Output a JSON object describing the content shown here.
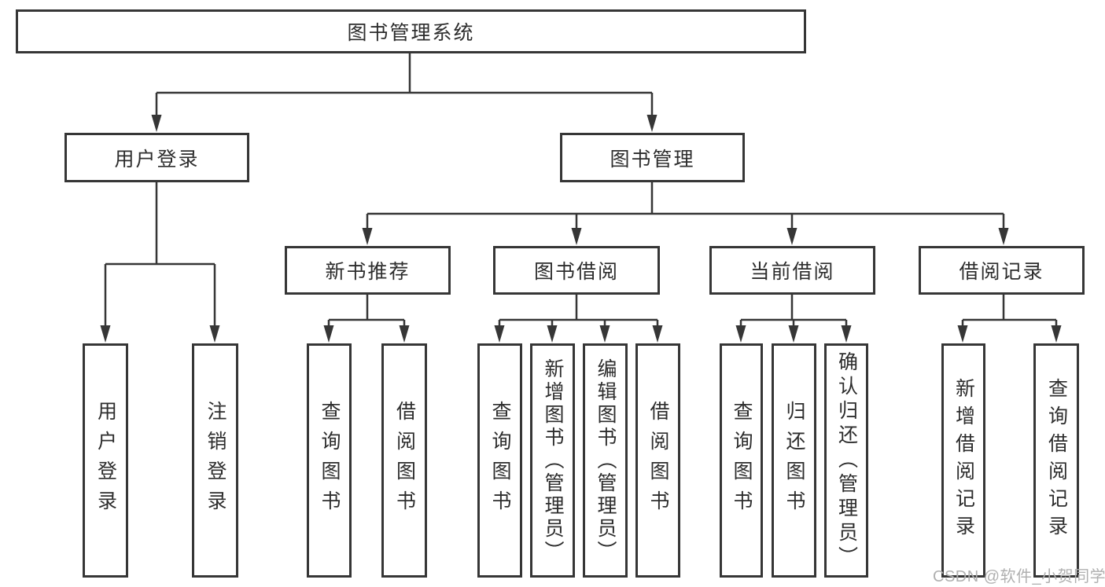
{
  "colors": {
    "line": "#363636",
    "box_border": "#363636",
    "text": "#2d2d2d",
    "background": "#ffffff",
    "watermark": "#b0b0b0"
  },
  "watermark": {
    "text": "CSDN @软件_小贺同学"
  },
  "tree": {
    "label": "图书管理系统",
    "children": [
      {
        "label": "用户登录",
        "children": [
          {
            "label": "用户登录"
          },
          {
            "label": "注销登录"
          }
        ]
      },
      {
        "label": "图书管理",
        "children": [
          {
            "label": "新书推荐",
            "children": [
              {
                "label": "查询图书"
              },
              {
                "label": "借阅图书"
              }
            ]
          },
          {
            "label": "图书借阅",
            "children": [
              {
                "label": "查询图书"
              },
              {
                "label": "新增图书（管理员）"
              },
              {
                "label": "编辑图书（管理员）"
              },
              {
                "label": "借阅图书"
              }
            ]
          },
          {
            "label": "当前借阅",
            "children": [
              {
                "label": "查询图书"
              },
              {
                "label": "归还图书"
              },
              {
                "label": "确认归还（管理员）"
              }
            ]
          },
          {
            "label": "借阅记录",
            "children": [
              {
                "label": "新增借阅记录"
              },
              {
                "label": "查询借阅记录"
              }
            ]
          }
        ]
      }
    ]
  }
}
